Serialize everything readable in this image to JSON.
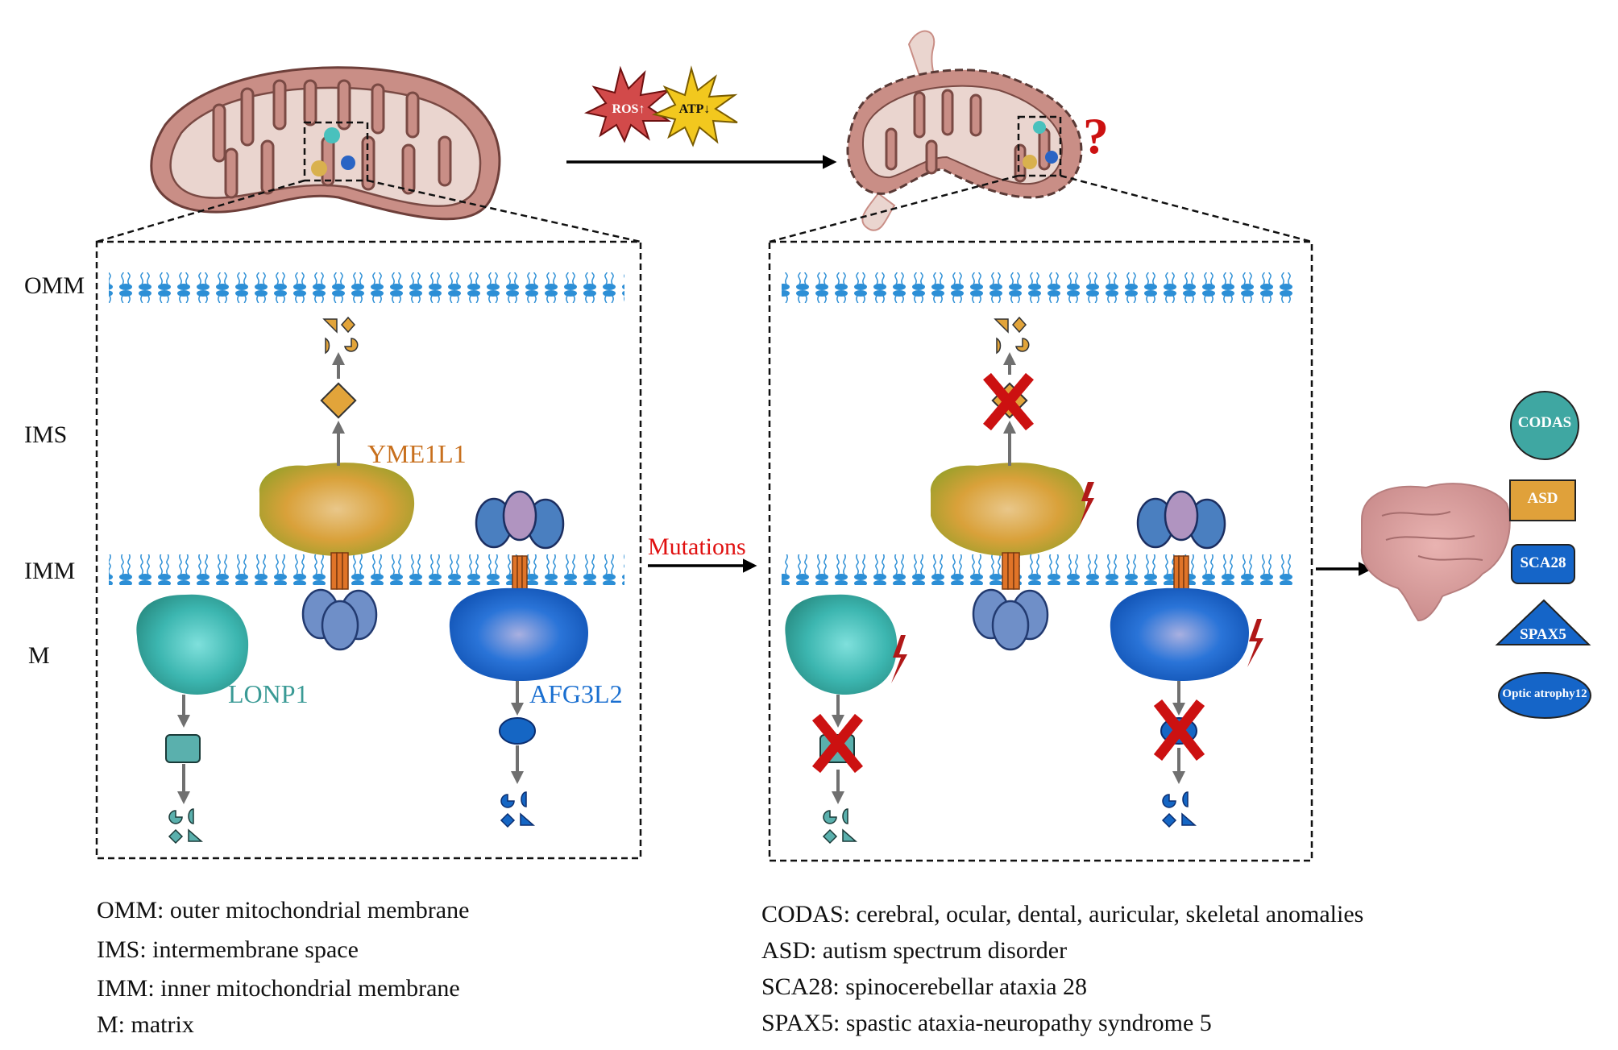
{
  "figure": {
    "stress_labels": {
      "ros": "ROS↑",
      "atp": "ATP↓"
    },
    "question_mark": "?",
    "mutations_label": "Mutations"
  },
  "compartments": {
    "omm": "OMM",
    "ims": "IMS",
    "imm": "IMM",
    "m": "M"
  },
  "proteases": {
    "yme1l1": {
      "name": "YME1L1",
      "color": "#c8701e"
    },
    "lonp1": {
      "name": "LONP1",
      "color": "#3a9a95"
    },
    "afg3l2": {
      "name": "AFG3L2",
      "color": "#1a6fd0"
    }
  },
  "diseases": [
    {
      "abbr": "CODAS",
      "shape": "circle",
      "color": "#3fa7a2"
    },
    {
      "abbr": "ASD",
      "shape": "rectangle",
      "color": "#e0a13a"
    },
    {
      "abbr": "SCA28",
      "shape": "rounded-rectangle",
      "color": "#1565c8"
    },
    {
      "abbr": "SPAX5",
      "shape": "triangle",
      "color": "#1565c8"
    },
    {
      "abbr": "Optic atrophy12",
      "shape": "ellipse",
      "color": "#1565c8"
    }
  ],
  "legend_left": [
    "OMM: outer mitochondrial membrane",
    "IMS: intermembrane space",
    "IMM: inner mitochondrial membrane",
    "M: matrix"
  ],
  "legend_right": [
    "CODAS: cerebral, ocular, dental, auricular, skeletal anomalies",
    "ASD: autism spectrum disorder",
    "SCA28: spinocerebellar ataxia 28",
    "SPAX5: spastic ataxia-neuropathy syndrome 5"
  ],
  "colors": {
    "mito_outer": "#c98e86",
    "mito_inner": "#ead5cf",
    "mito_stroke": "#7a4a44",
    "membrane": "#2d8fd6",
    "substrate_yme": "#e2a43a",
    "substrate_lon": "#5ab0ad",
    "substrate_afg": "#1566c4",
    "block_x": "#cc1111",
    "mutation_bolt": "#b01818",
    "tm_helix": "#e07428",
    "arrow_grey": "#707070"
  }
}
